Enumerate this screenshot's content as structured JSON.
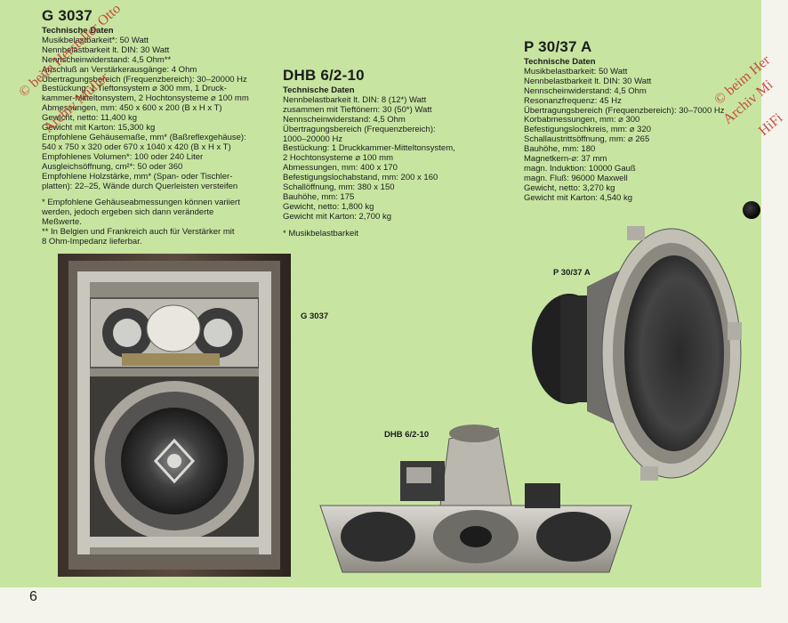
{
  "page_number": "6",
  "watermark": {
    "left": "© beim Hersteller Otto",
    "left_cont": "Archiv Müller",
    "right_line1": "© beim Her",
    "right_line2": "Archiv Mi",
    "right_line3": "HiFi"
  },
  "g3037": {
    "title": "G 3037",
    "subtitle": "Technische Daten",
    "lines": [
      "Musikbelastbarkeit*: 50 Watt",
      "Nennbelastbarkeit lt. DIN: 30 Watt",
      "Nennscheinwiderstand: 4,5 Ohm**",
      "Anschluß an Verstärkerausgänge: 4 Ohm",
      "Übertragungsbereich (Frequenzbereich): 30–20000 Hz",
      "Bestückung: 1 Tieftonsystem ⌀ 300 mm, 1 Druck-",
      "kammer-Mitteltonsystem, 2 Hochtonsysteme ⌀ 100 mm",
      "Abmessungen, mm: 450 x 600 x 200 (B x H x T)",
      "Gewicht, netto: 11,400 kg",
      "Gewicht mit Karton: 15,300 kg",
      "Empfohlene Gehäusemaße, mm* (Baßreflexgehäuse):",
      "540 x 750 x 320 oder 670 x 1040 x 420 (B x H x T)",
      "Empfohlenes Volumen*: 100 oder 240 Liter",
      "Ausgleichsöffnung, cm²*: 50 oder 360",
      "Empfohlene Holzstärke, mm* (Span- oder Tischler-",
      "platten): 22–25, Wände durch Querleisten versteifen"
    ],
    "notes": [
      "* Empfohlene Gehäuseabmessungen können variiert",
      "werden, jedoch ergeben sich dann veränderte",
      "Meßwerte.",
      "** In Belgien und Frankreich auch für Verstärker mit",
      "8 Ohm-Impedanz lieferbar."
    ]
  },
  "dhb": {
    "title": "DHB 6/2-10",
    "subtitle": "Technische Daten",
    "lines": [
      "Nennbelastbarkeit lt. DIN: 8 (12*) Watt",
      "zusammen mit Tieftönern: 30 (50*) Watt",
      "Nennscheinwiderstand: 4,5 Ohm",
      "Übertragungsbereich (Frequenzbereich):",
      "1000–20000 Hz",
      "Bestückung: 1 Druckkammer-Mitteltonsystem,",
      "2 Hochtonsysteme ⌀ 100 mm",
      "Abmessungen, mm: 400 x 170",
      "Befestigungslochabstand, mm: 200 x 160",
      "Schallöffnung, mm: 380 x 150",
      "Bauhöhe, mm: 175",
      "Gewicht, netto: 1,800 kg",
      "Gewicht mit Karton: 2,700 kg"
    ],
    "note": "* Musikbelastbarkeit"
  },
  "p3037": {
    "title": "P 30/37 A",
    "subtitle": "Technische Daten",
    "lines": [
      "Musikbelastbarkeit: 50 Watt",
      "Nennbelastbarkeit lt. DIN: 30 Watt",
      "Nennscheinwiderstand: 4,5 Ohm",
      "Resonanzfrequenz: 45 Hz",
      "Übertragungsbereich (Frequenzbereich): 30–7000 Hz",
      "Korbabmessungen, mm: ⌀ 300",
      "Befestigungslochkreis, mm: ⌀ 320",
      "Schallaustrittsöffnung, mm: ⌀ 265",
      "Bauhöhe, mm: 180",
      "Magnetkern-⌀: 37 mm",
      "magn. Induktion: 10000 Gauß",
      "magn. Fluß: 96000 Maxwell",
      "Gewicht, netto: 3,270 kg",
      "Gewicht mit Karton: 4,540 kg"
    ]
  },
  "captions": {
    "g3037": "G 3037",
    "dhb": "DHB 6/2-10",
    "p3037": "P 30/37 A"
  }
}
